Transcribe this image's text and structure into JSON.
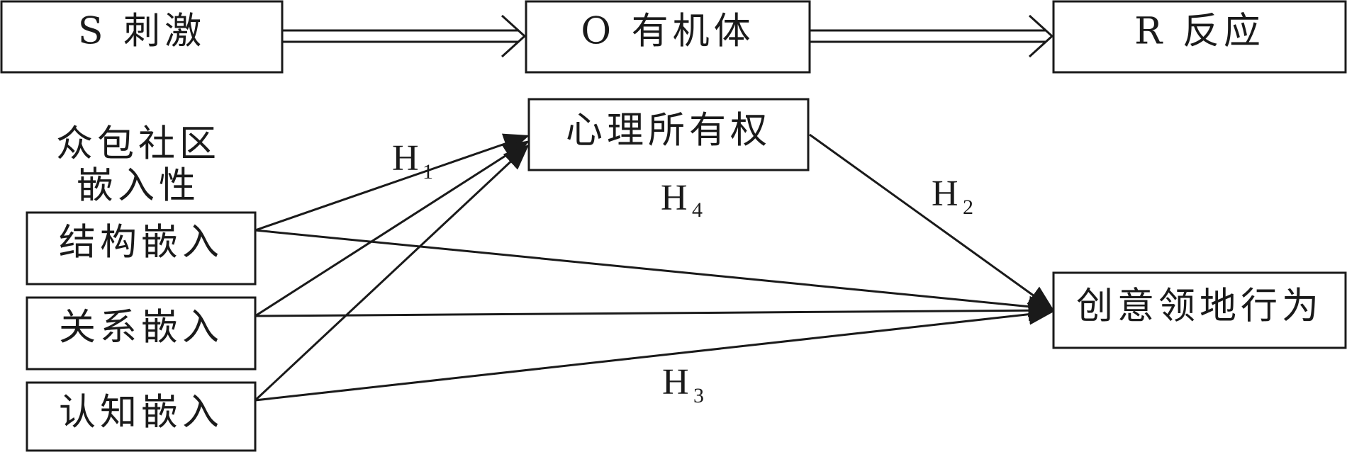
{
  "sor": {
    "s_label": "S 刺激",
    "o_label": "O 有机体",
    "r_label": "R 反应"
  },
  "group": {
    "title_line1": "众包社区",
    "title_line2": "嵌入性"
  },
  "nodes": {
    "structural": "结构嵌入",
    "relational": "关系嵌入",
    "cognitive": "认知嵌入",
    "ownership": "心理所有权",
    "behavior": "创意领地行为"
  },
  "hypotheses": {
    "h1": {
      "letter": "H",
      "sub": "1"
    },
    "h2": {
      "letter": "H",
      "sub": "2"
    },
    "h3": {
      "letter": "H",
      "sub": "3"
    },
    "h4": {
      "letter": "H",
      "sub": "4"
    }
  },
  "colors": {
    "line": "#1a1a1a",
    "background": "#ffffff"
  }
}
